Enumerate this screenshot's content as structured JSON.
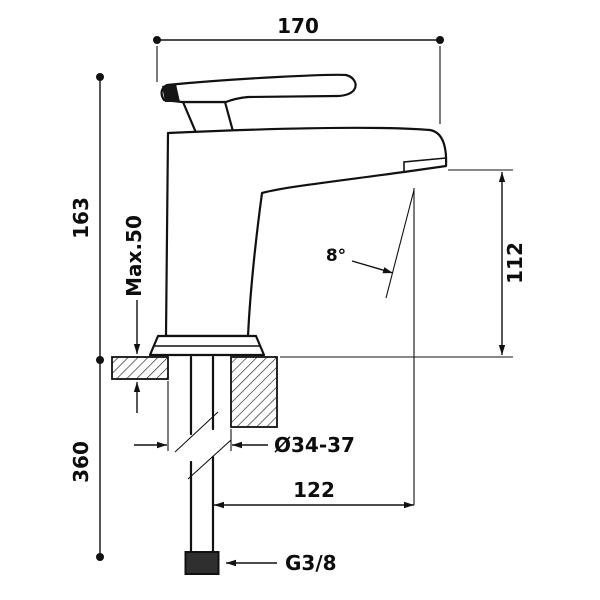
{
  "drawing": {
    "labels": {
      "overall_width": "170",
      "overall_height": "163",
      "under_counter_depth": "360",
      "max_deck_thickness": "Max.50",
      "spout_height": "112",
      "spout_reach": "122",
      "hole_diameter": "Ø34-37",
      "stream_angle": "8°",
      "connection_thread": "G3/8"
    },
    "colors": {
      "line": "#111111",
      "background": "#ffffff"
    }
  }
}
